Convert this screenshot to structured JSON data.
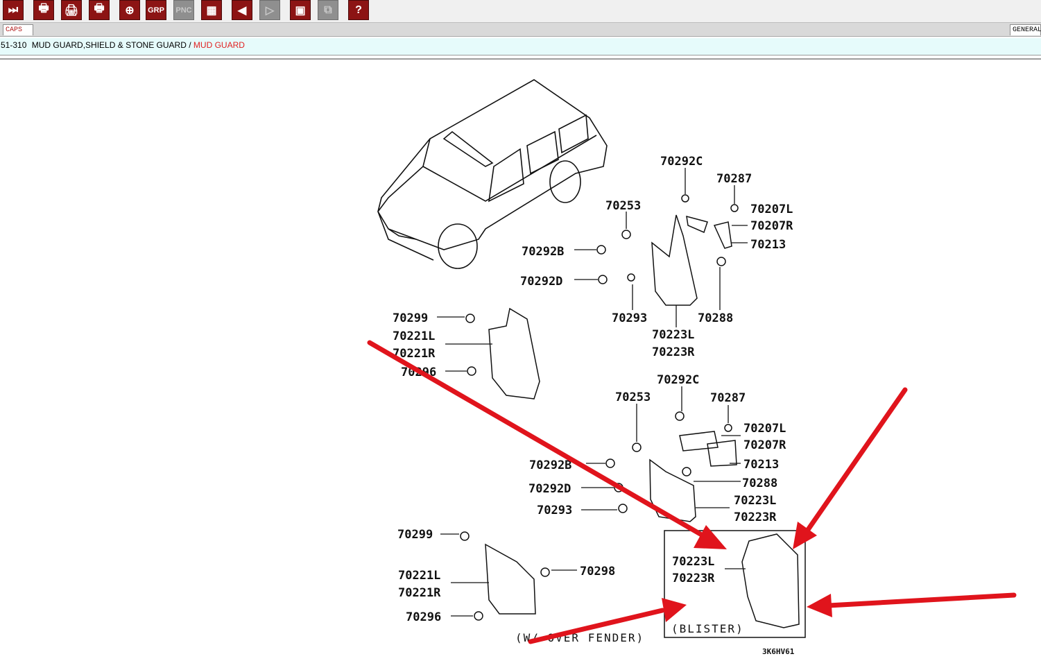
{
  "toolbar": {
    "buttons": [
      {
        "icon": "exit-icon",
        "label": ""
      },
      {
        "icon": "print-list-icon",
        "label": ""
      },
      {
        "icon": "print-icon",
        "label": ""
      },
      {
        "icon": "print-preview-icon",
        "label": ""
      },
      {
        "icon": "zoom-in-icon",
        "label": ""
      },
      {
        "icon": "group-icon",
        "label": "GRP"
      },
      {
        "icon": "pnc-icon",
        "label": "PNC"
      },
      {
        "icon": "grid-view-icon",
        "label": ""
      },
      {
        "icon": "back-arrow-icon",
        "label": ""
      },
      {
        "icon": "forward-arrow-icon",
        "label": ""
      },
      {
        "icon": "save-icon",
        "label": ""
      },
      {
        "icon": "copy-icon",
        "label": ""
      },
      {
        "icon": "help-icon",
        "label": "?"
      }
    ]
  },
  "tabs": {
    "left": "CAPS",
    "right": "GENERAL"
  },
  "breadcrumb": {
    "code": "51-310",
    "group": "MUD GUARD,SHIELD & STONE GUARD",
    "separator": "/",
    "current": "MUD GUARD"
  },
  "diagram": {
    "labels": {
      "p70292c_top": "70292C",
      "p70287_top": "70287",
      "p70253_top": "70253",
      "p70207l_top": "70207L",
      "p70207r_top": "70207R",
      "p70213_top": "70213",
      "p70292b_top": "70292B",
      "p70292d_top": "70292D",
      "p70293_top": "70293",
      "p70288_top": "70288",
      "p70223l_top": "70223L",
      "p70223r_top": "70223R",
      "p70299_mid": "70299",
      "p70221l_mid": "70221L",
      "p70221r_mid": "70221R",
      "p70296_mid": "70296",
      "p70292c_mid": "70292C",
      "p70253_mid": "70253",
      "p70287_mid": "70287",
      "p70207l_mid": "70207L",
      "p70207r_mid": "70207R",
      "p70213_mid": "70213",
      "p70292b_mid": "70292B",
      "p70288_mid": "70288",
      "p70292d_mid": "70292D",
      "p70223l_mid": "70223L",
      "p70293_mid": "70293",
      "p70223r_mid": "70223R",
      "p70299_bot": "70299",
      "p70298_bot": "70298",
      "p70221l_bot": "70221L",
      "p70221r_bot": "70221R",
      "p70296_bot": "70296",
      "p70223l_box": "70223L",
      "p70223r_box": "70223R"
    },
    "notes": {
      "over_fender": "(W/ OVER FENDER)",
      "blister": "(BLISTER)",
      "figure_code": "3K6HV61"
    },
    "annotation_color": "#e0141c"
  }
}
